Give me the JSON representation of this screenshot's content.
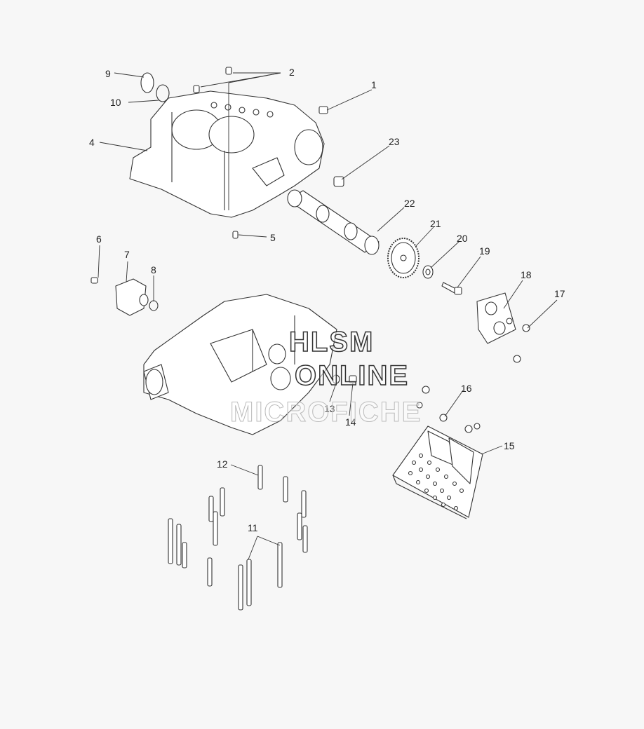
{
  "callouts": {
    "c1": "1",
    "c2": "2",
    "c4": "4",
    "c5": "5",
    "c6": "6",
    "c7": "7",
    "c8": "8",
    "c9": "9",
    "c10": "10",
    "c11": "11",
    "c12": "12",
    "c13": "13",
    "c14": "14",
    "c15": "15",
    "c16": "16",
    "c17": "17",
    "c18": "18",
    "c19": "19",
    "c20": "20",
    "c21": "21",
    "c22": "22",
    "c23": "23"
  },
  "watermark": {
    "line1": "HLSM",
    "line2": "ONLINE",
    "line3": "MICROFICHE"
  },
  "colors": {
    "background": "#f7f7f7",
    "line": "#333333",
    "part_fill": "#ffffff"
  }
}
